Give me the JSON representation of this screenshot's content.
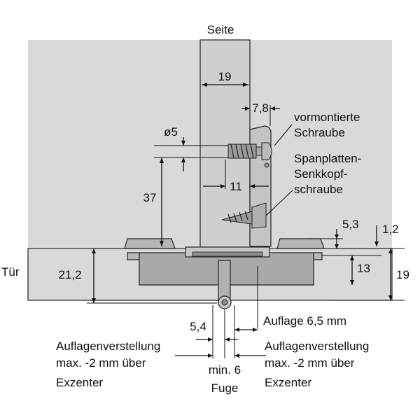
{
  "labels": {
    "side": "Seite",
    "door": "Tür",
    "gap_word": "Fuge",
    "gap_min": "min. 6",
    "premounted_screw_1": "vormontierte",
    "premounted_screw_2": "Schraube",
    "chipboard_screw_1": "Spanplatten-",
    "chipboard_screw_2": "Senkkopf-",
    "chipboard_screw_3": "schraube",
    "overlay": "Auflage 6,5 mm",
    "adjust_left_1": "Auflagenverstellung",
    "adjust_left_2": "max. -2 mm über",
    "adjust_left_3": "Exzenter",
    "adjust_right_1": "Auflagenverstellung",
    "adjust_right_2": "max. -2 mm über",
    "adjust_right_3": "Exzenter"
  },
  "dimensions": {
    "side_thickness": "19",
    "screw_offset": "7,8",
    "hole_diameter": "ø5",
    "hole_height": "37",
    "screw_spacing": "11",
    "plate_height_a": "5,3",
    "plate_height_b": "1,2",
    "plate_height_c": "13",
    "door_thickness": "19",
    "door_depth": "21,2",
    "gap_offset": "5,4"
  },
  "colors": {
    "panel": "#d9d9d9",
    "side_panel": "#cfcfcf",
    "hinge": "#b5b5b5",
    "hinge_dark": "#8e8e8e",
    "line": "#111111"
  }
}
